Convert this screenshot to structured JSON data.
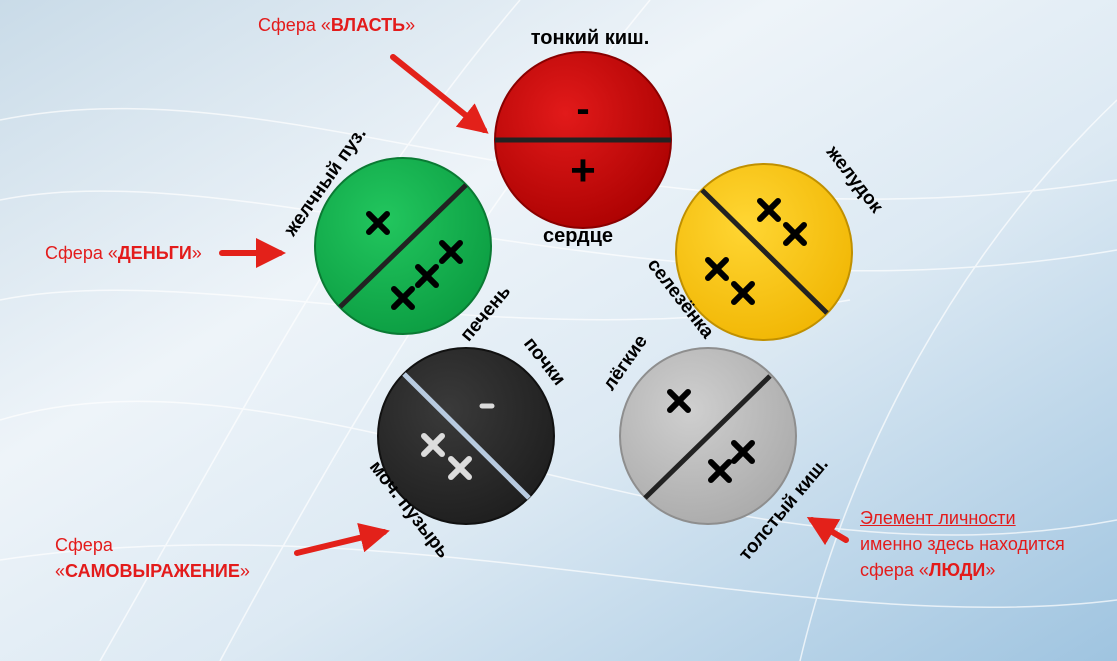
{
  "colors": {
    "red_circle": "#cc0000",
    "green_circle": "#10b450",
    "yellow_circle": "#ffcc00",
    "black_circle": "#2a2a2a",
    "gray_circle": "#bdbdbd",
    "caption_red": "#e31b1b",
    "arrow_red": "#e3211a"
  },
  "circles": {
    "red": {
      "top_sign": "-",
      "bottom_sign": "+",
      "label_top": "тонкий киш.",
      "label_bottom": "сердце"
    },
    "green": {
      "top_sign": "+",
      "bottom_sign": "+++",
      "label_side": "желчный пуз.",
      "label_bottom": "печень"
    },
    "yellow": {
      "top_sign": "++",
      "bottom_sign": "++",
      "label_side": "желудок",
      "label_bottom": "селезёнка"
    },
    "black": {
      "top_sign": "-",
      "bottom_sign": "++",
      "label_side": "почки",
      "label_bottom": "моч. пузырь"
    },
    "gray": {
      "top_sign": "+",
      "bottom_sign": "++",
      "label_side": "лёгкие",
      "label_bottom": "толстый киш."
    }
  },
  "captions": {
    "vlast": {
      "prefix": "Сфера «",
      "bold": "ВЛАСТЬ",
      "suffix": "»"
    },
    "dengi": {
      "prefix": "Сфера «",
      "bold": "ДЕНЬГИ",
      "suffix": "»"
    },
    "samo": {
      "line1": "Сфера",
      "prefix": "«",
      "bold": "САМОВЫРАЖЕНИЕ",
      "suffix": "»"
    },
    "lyudi": {
      "line1": "Элемент личности",
      "line2": "именно здесь находится",
      "prefix": "сфера «",
      "bold": "ЛЮДИ",
      "suffix": "»"
    }
  }
}
